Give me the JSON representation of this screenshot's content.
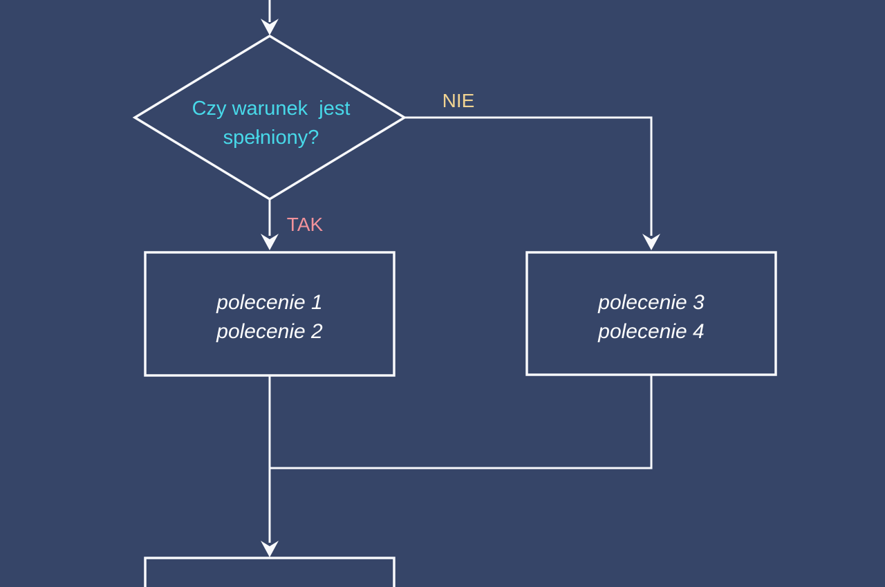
{
  "colors": {
    "background": "#364568",
    "line": "#f8f9fc",
    "decision_text": "#48d9e9",
    "no_label_color": "#f2d492",
    "yes_label_color": "#f2929b",
    "box_text_color": "#fdfdfd"
  },
  "diagram": {
    "decision": {
      "line1": "Czy warunek  jest",
      "line2": "spełniony?"
    },
    "branch_no": {
      "label": "NIE"
    },
    "branch_yes": {
      "label": "TAK"
    },
    "box_left": {
      "line1": "polecenie 1",
      "line2": "polecenie 2"
    },
    "box_right": {
      "line1": "polecenie 3",
      "line2": "polecenie 4"
    }
  }
}
